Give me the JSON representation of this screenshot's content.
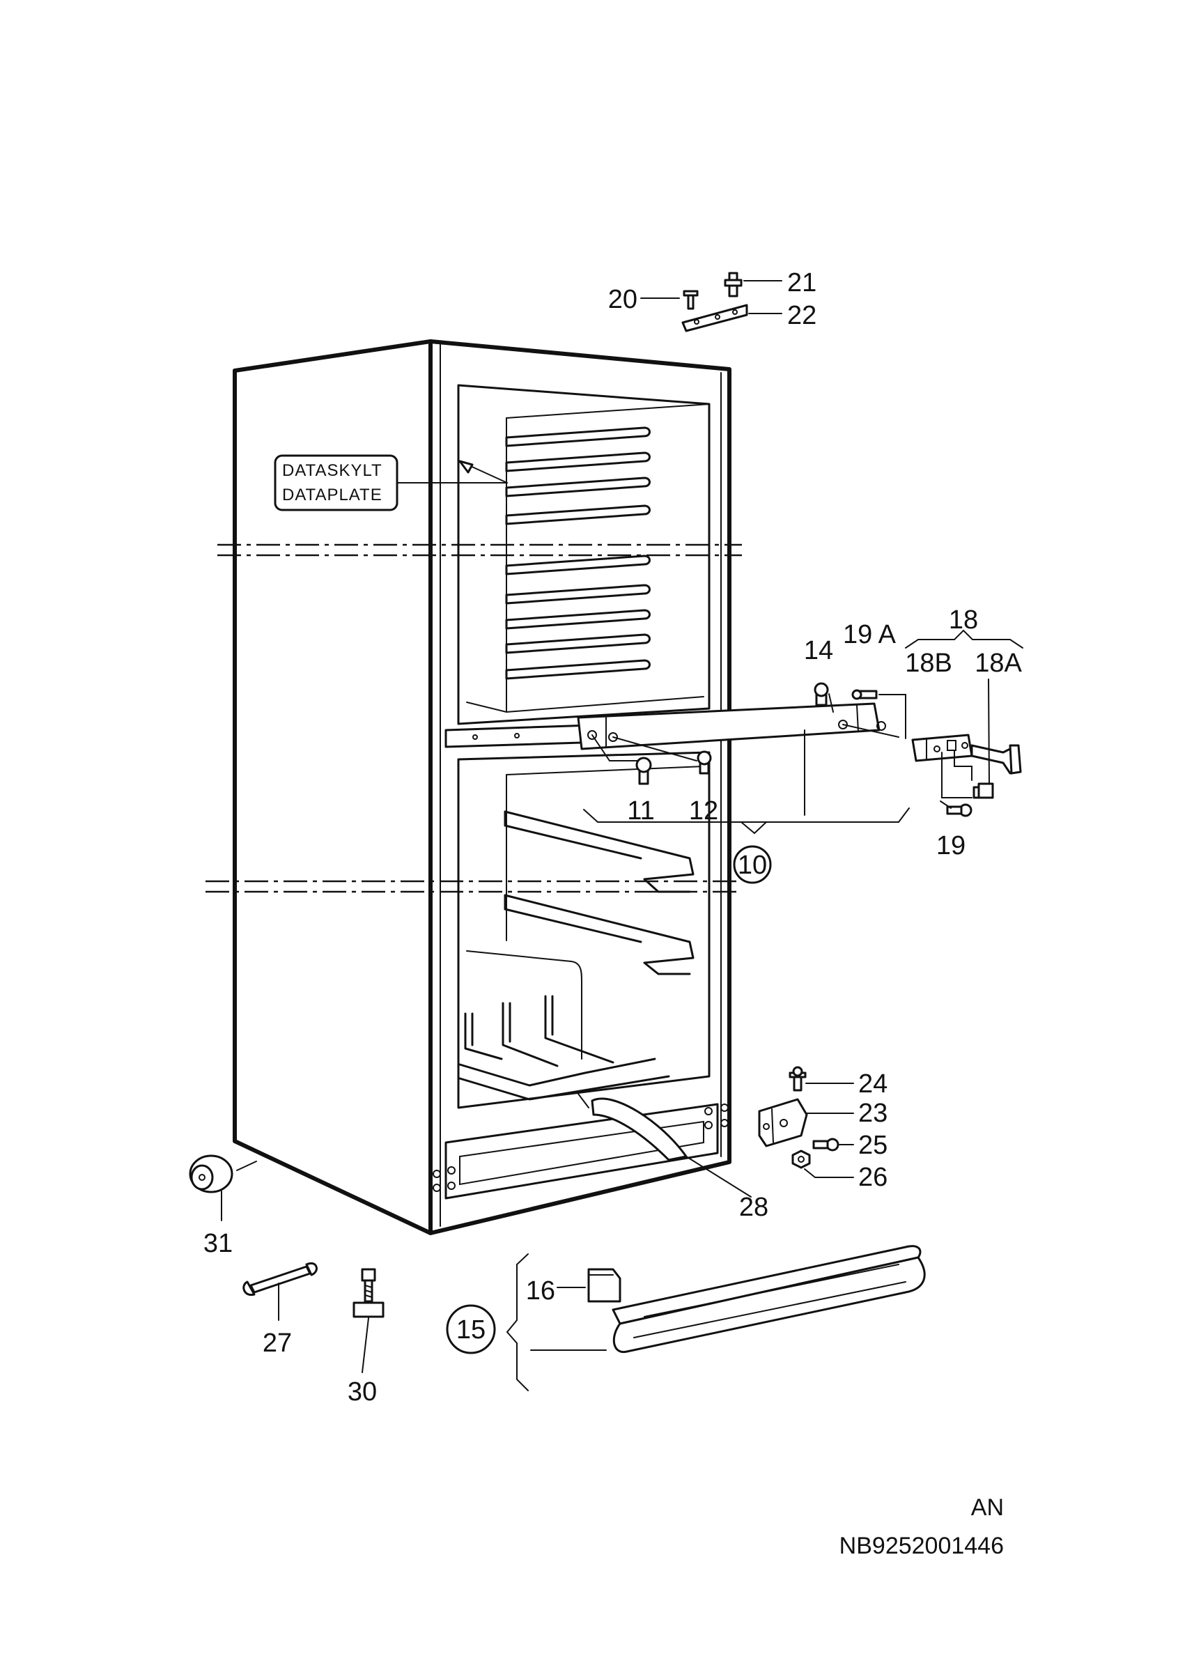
{
  "labels": {
    "p10": "10",
    "p11": "11",
    "p12": "12",
    "p14": "14",
    "p15": "15",
    "p16": "16",
    "p18": "18",
    "p18a": "18A",
    "p18b": "18B",
    "p19": "19",
    "p19a": "19 A",
    "p20": "20",
    "p21": "21",
    "p22": "22",
    "p23": "23",
    "p24": "24",
    "p25": "25",
    "p26": "26",
    "p27": "27",
    "p28": "28",
    "p30": "30",
    "p31": "31"
  },
  "data_plate": {
    "line1": "DATASKYLT",
    "line2": "DATAPLATE"
  },
  "footer": {
    "variant": "AN",
    "code": "NB9252001446"
  }
}
